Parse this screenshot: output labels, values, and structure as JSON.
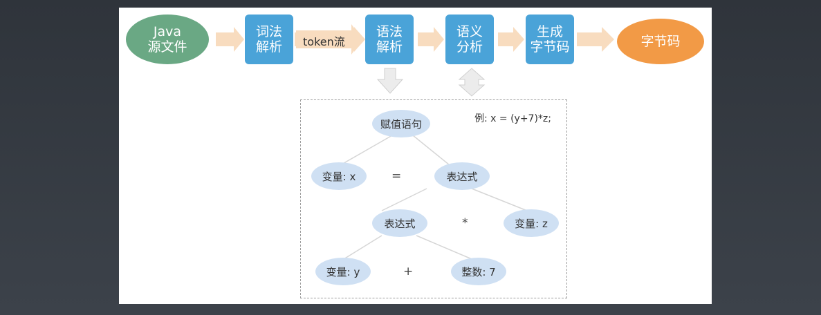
{
  "pipeline": {
    "source": {
      "line1": "Java",
      "line2": "源文件"
    },
    "lexer": {
      "line1": "词法",
      "line2": "解析"
    },
    "token_stream": "token流",
    "parser": {
      "line1": "语法",
      "line2": "解析"
    },
    "semantic": {
      "line1": "语义",
      "line2": "分析"
    },
    "codegen": {
      "line1": "生成",
      "line2": "字节码"
    },
    "bytecode": "字节码"
  },
  "tree": {
    "example": "例: x = (y+7)*z;",
    "root": "赋值语句",
    "var_x": "变量: x",
    "equals": "=",
    "expr1": "表达式",
    "expr2": "表达式",
    "times": "*",
    "var_z": "变量: z",
    "var_y": "变量: y",
    "plus": "+",
    "int7": "整数: 7"
  },
  "colors": {
    "source": "#6aa884",
    "stage": "#4aa3d8",
    "bytecode": "#f29a46",
    "tree_node": "#cfe0f3",
    "flow_arrow": "#f8dcbf"
  }
}
